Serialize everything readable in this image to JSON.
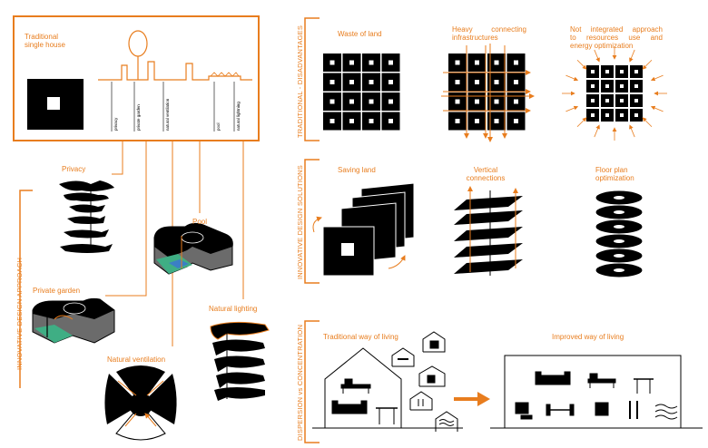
{
  "colors": {
    "accent": "#e87d1e",
    "ink": "#000000",
    "water": "#3fae84",
    "grey": "#6b6b6b"
  },
  "sections": {
    "traditional_disadvantages": "TRADITIONAL - DISADVANTAGES",
    "innovative_solutions": "INNOVATIVE DESIGN SOLUTIONS",
    "dispersion": "DISPERSION vs CONCENTRATION",
    "innovative_approach": "INNOVATIVE DESIGN APPROACH"
  },
  "house": {
    "title_line1": "Traditional",
    "title_line2": "single house",
    "section_labels": [
      "privacy",
      "private garden",
      "natural ventilation",
      "pool",
      "natural lightning"
    ]
  },
  "approach": {
    "privacy": "Privacy",
    "pool": "Pool",
    "private_garden": "Private garden",
    "natural_lighting": "Natural lighting",
    "natural_ventilation": "Natural ventilation"
  },
  "disadvantages": {
    "waste_of_land": "Waste of land",
    "heavy_line1": "Heavy connecting",
    "heavy_line2": "infrastructures",
    "not_line1": "Not integrated approach",
    "not_line2": "to resources use and",
    "not_line3": "energy optimization"
  },
  "solutions": {
    "saving_land": "Saving land",
    "vertical_line1": "Vertical",
    "vertical_line2": "connections",
    "floor_line1": "Floor plan",
    "floor_line2": "optimization"
  },
  "living": {
    "traditional": "Traditional way of living",
    "improved": "Improved way of living"
  }
}
